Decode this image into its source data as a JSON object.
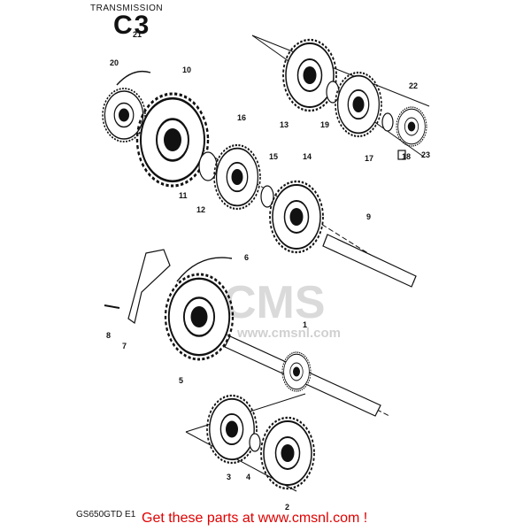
{
  "header": {
    "title": "TRANSMISSION",
    "section": "C3"
  },
  "footer": {
    "model": "GS650GTD E1",
    "promo": "Get these parts at www.cmsnl.com !"
  },
  "watermark": {
    "brand": "CMS",
    "url": "www.cmsnl.com"
  },
  "callouts": [
    "21",
    "20",
    "10",
    "11",
    "12",
    "16",
    "15",
    "14",
    "9",
    "13",
    "19",
    "17",
    "18",
    "22",
    "23",
    "6",
    "8",
    "7",
    "5",
    "1",
    "3",
    "4",
    "2"
  ],
  "colors": {
    "ink": "#111111",
    "promo": "#e00000",
    "watermark": "#969696"
  }
}
